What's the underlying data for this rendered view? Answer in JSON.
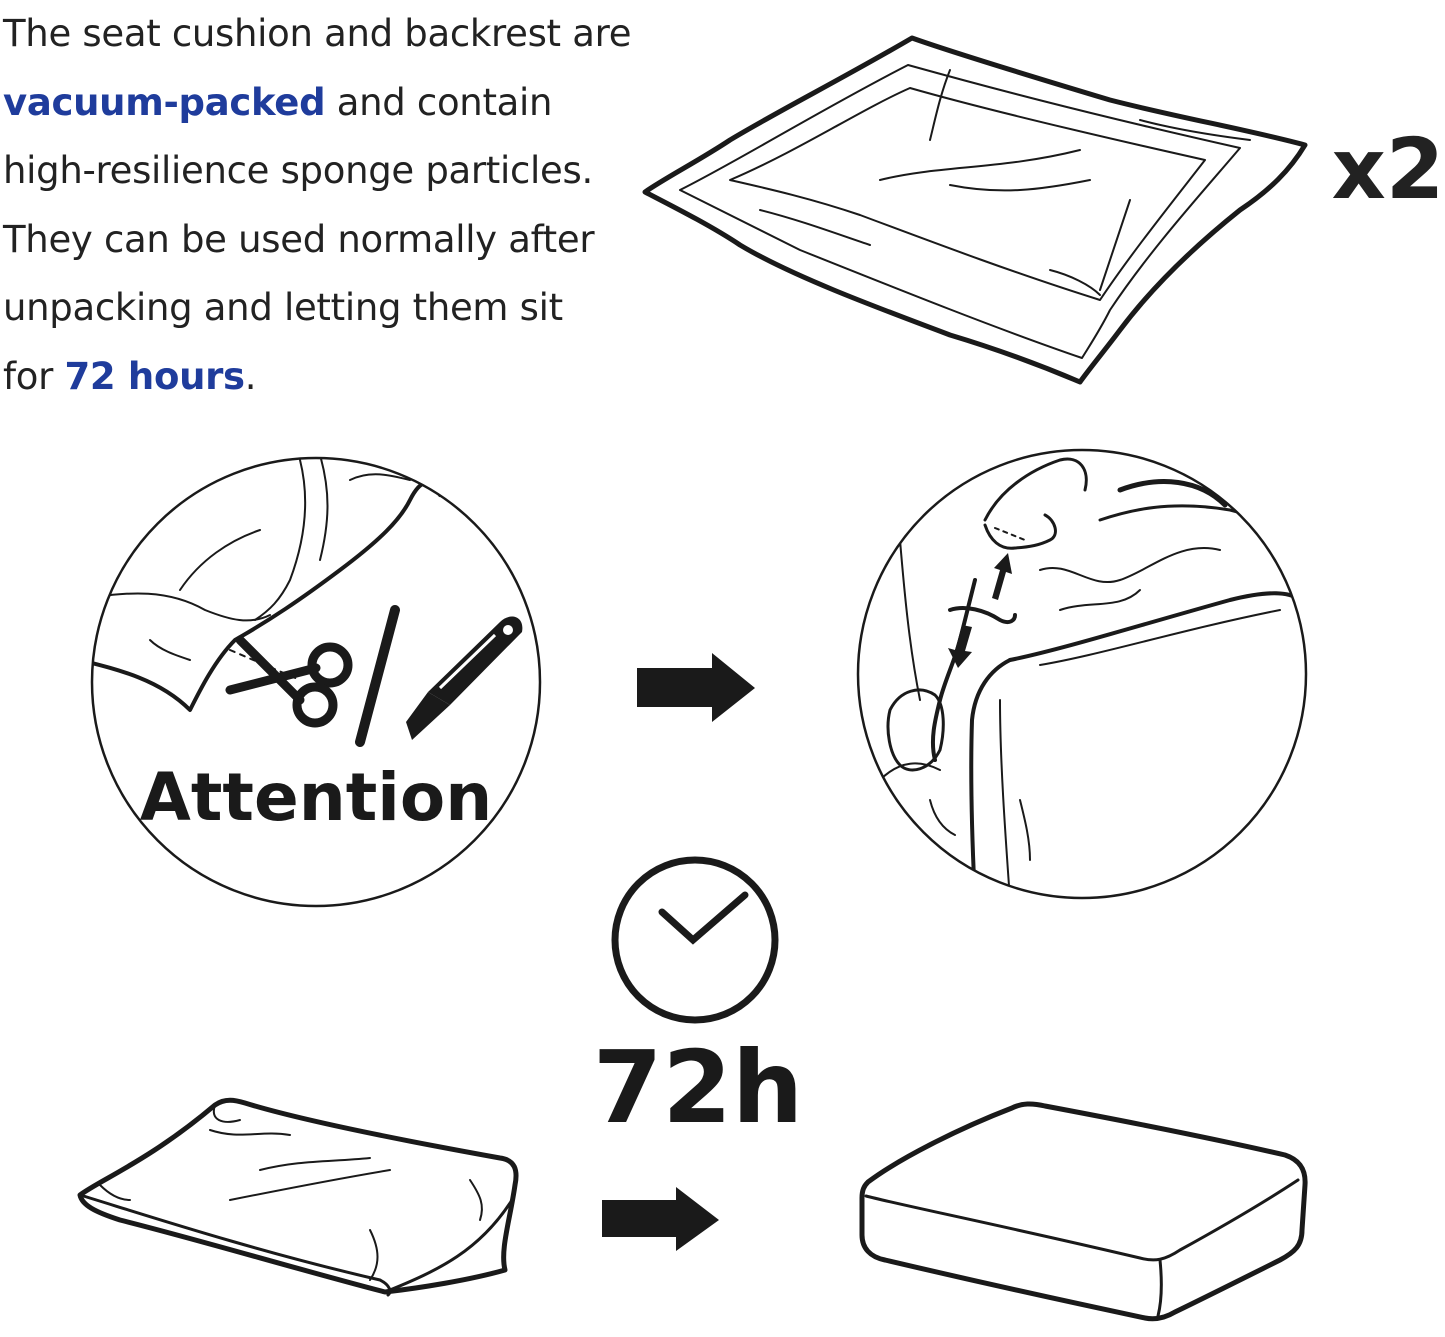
{
  "intro": {
    "line1": "The seat cushion and backrest are",
    "line2_highlight": "vacuum-packed",
    "line2_rest": " and contain",
    "line3": "high-resilience sponge particles.",
    "line4": "They can be used normally after",
    "line5": "unpacking and letting them sit",
    "line6_prefix": "for ",
    "line6_highlight": "72 hours",
    "line6_suffix": "."
  },
  "quantity_label": "x2",
  "attention_label": "Attention",
  "duration_label": "72h",
  "colors": {
    "highlight": "#1f3c9c",
    "text": "#222222",
    "line": "#1a1a1a"
  },
  "icons": [
    "vacuum-bag-icon",
    "scissors-icon",
    "utility-knife-icon",
    "clock-icon",
    "arrow-right-icon"
  ]
}
